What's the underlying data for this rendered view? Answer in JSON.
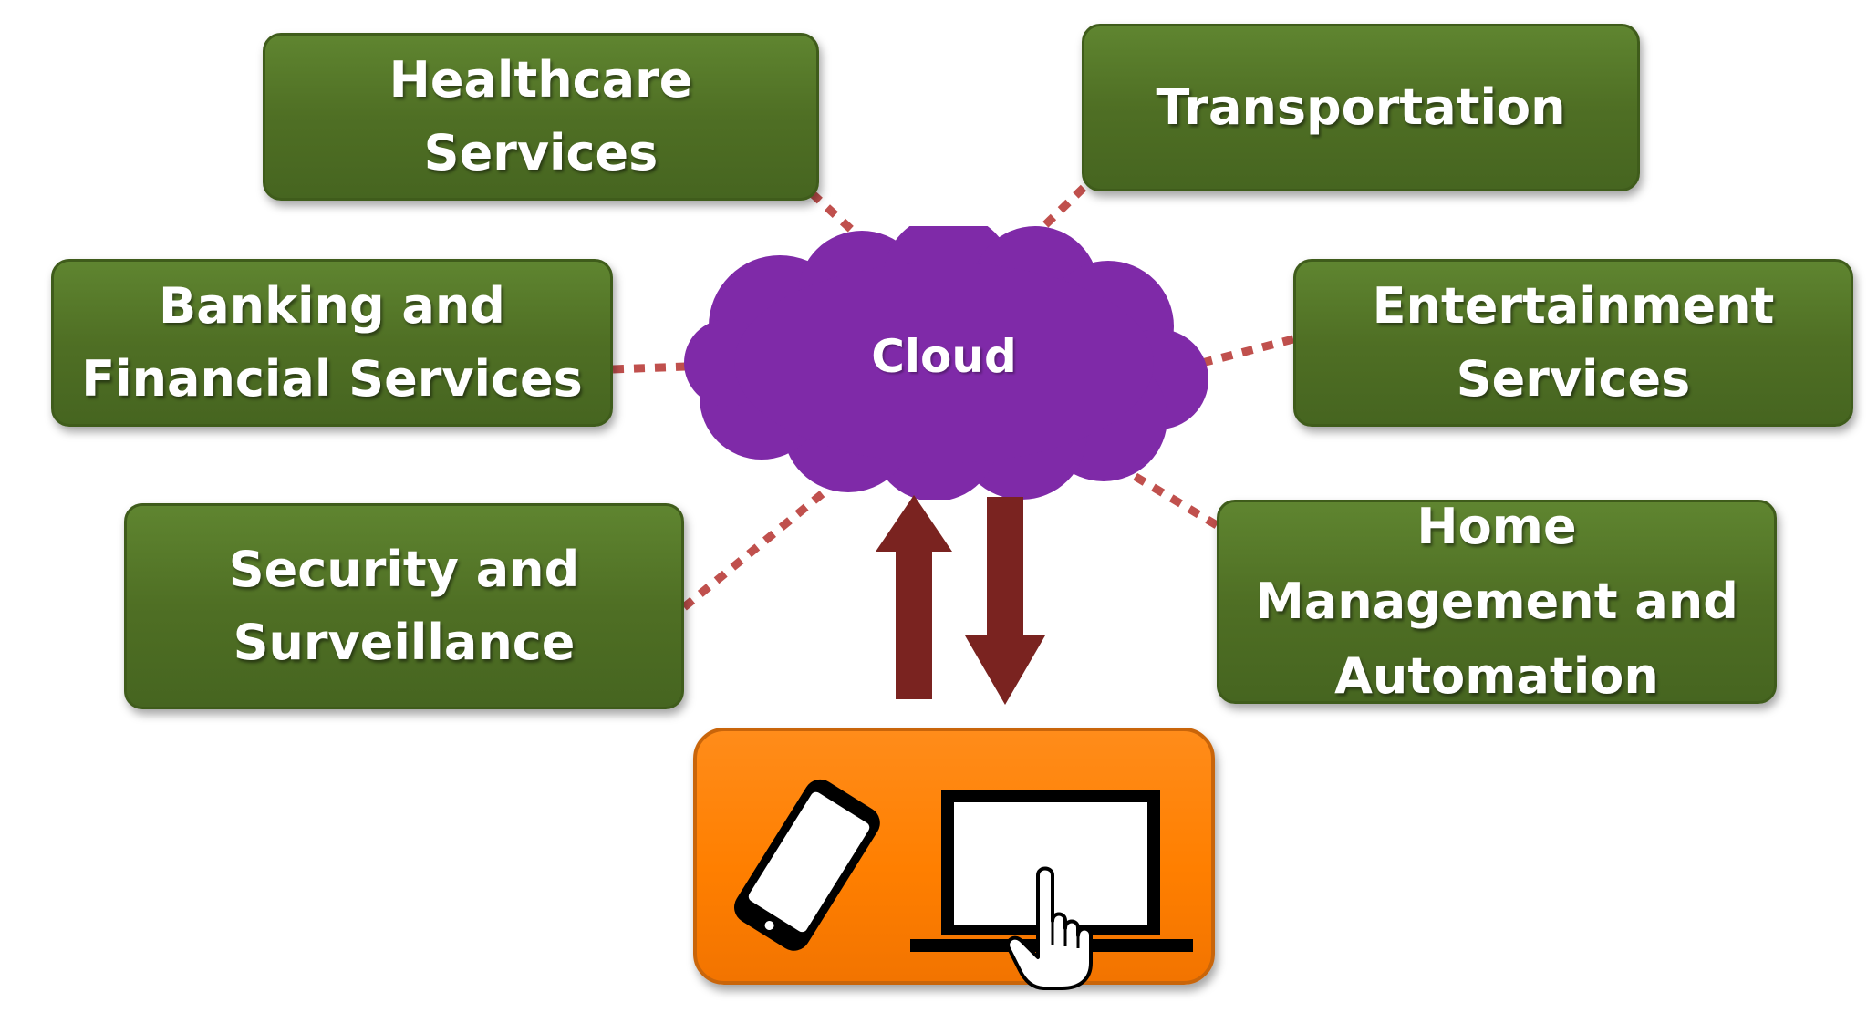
{
  "cloud": {
    "label": "Cloud"
  },
  "services": {
    "healthcare": "Healthcare\nServices",
    "transportation": "Transportation",
    "banking": "Banking and\nFinancial Services",
    "entertainment": "Entertainment\nServices",
    "security": "Security and\nSurveillance",
    "home": "Home\nManagement and\nAutomation"
  },
  "icons": {
    "connector_style": "dotted-line",
    "up_arrow": "arrow-up-icon",
    "down_arrow": "arrow-down-icon",
    "phone": "smartphone-icon",
    "laptop": "laptop-icon",
    "hand": "pointing-hand-icon"
  },
  "colors": {
    "service_box": "#4f6f24",
    "cloud": "#7f2aa8",
    "connector": "#c0504d",
    "arrow": "#7a2320",
    "device_panel": "#ff7f00"
  }
}
